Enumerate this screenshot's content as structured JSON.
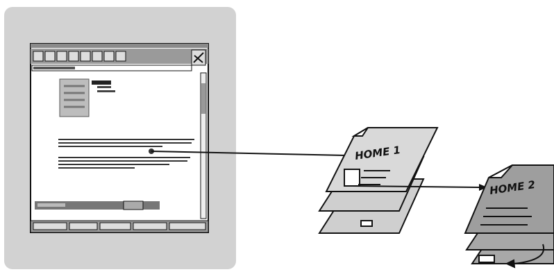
{
  "diagram": {
    "pages": [
      {
        "label": "HOME 1"
      },
      {
        "label": "HOME 2"
      }
    ]
  },
  "colors": {
    "panel_background": "#d2d2d2",
    "page_fill": "#c8c8c8",
    "page_fill_dark": "#9e9e9e",
    "page_fill_light": "#e6e6e6",
    "stroke": "#111111",
    "screen_bar": "#7a7a7a"
  },
  "icons": {
    "screenshot": "browser-window-thumbnail",
    "link_arrow": "arrow-right"
  }
}
